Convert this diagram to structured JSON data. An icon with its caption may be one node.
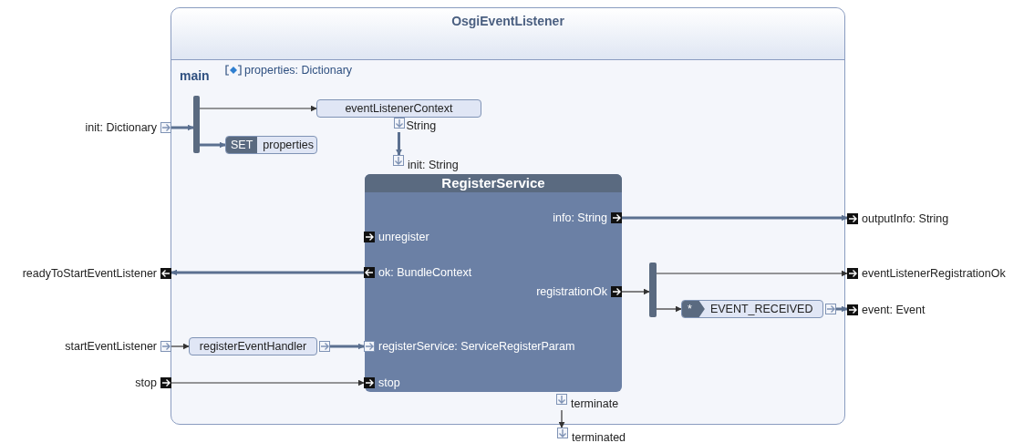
{
  "diagram": {
    "nodes": [
      {
        "text": [
          "OsgiEventListener"
        ]
      },
      {
        "text": [
          "init: Dictionary"
        ]
      },
      {
        "text": [],
        "shape": "bar",
        "in": 0
      },
      {
        "text": [
          "eventListenerContext",
          "String"
        ],
        "in": 0
      },
      {
        "text": [
          "SET",
          "properties"
        ],
        "in": 0
      },
      {
        "text": [
          "RegisterService"
        ],
        "in": 0
      },
      {
        "text": [
          "init: String"
        ],
        "in": 0
      },
      {
        "text": [
          "unregister"
        ],
        "in": 5
      },
      {
        "text": [
          "ok: BundleContext"
        ],
        "in": 5
      },
      {
        "text": [
          "info: String"
        ],
        "in": 5
      },
      {
        "text": [
          "registrationOk"
        ],
        "in": 5
      },
      {
        "text": [
          "registerService: ServiceRegisterParam"
        ],
        "in": 5
      },
      {
        "text": [
          "stop"
        ],
        "in": 5
      },
      {
        "text": [
          "terminate"
        ],
        "in": 0
      },
      {
        "text": [
          "readyToStartEventListener"
        ]
      },
      {
        "text": [
          "startEventListener"
        ]
      },
      {
        "text": [
          "registerEventHandler"
        ],
        "in": 0
      },
      {
        "text": [
          "stop"
        ]
      },
      {
        "text": [
          "outputInfo: String"
        ]
      },
      {
        "text": [],
        "shape": "bar",
        "in": 0
      },
      {
        "text": [
          "eventListenerRegistrationOk"
        ]
      },
      {
        "text": [
          "*",
          "EVENT_RECEIVED"
        ],
        "in": 0
      },
      {
        "text": [
          "event: Event"
        ]
      },
      {
        "text": [
          "terminated"
        ]
      }
    ],
    "edges": [
      {
        "from": 1,
        "to": 2,
        "arrow": "to",
        "style": "thick",
        "color": "#5b7090"
      },
      {
        "from": 2,
        "to": 3,
        "arrow": "to",
        "color": "#333333"
      },
      {
        "from": 2,
        "to": 4,
        "arrow": "to",
        "style": "thick",
        "color": "#5b7090"
      },
      {
        "from": 3,
        "to": 6,
        "arrow": "to",
        "style": "thick",
        "color": "#5b7090"
      },
      {
        "from": 8,
        "to": 14,
        "arrow": "to",
        "style": "thick",
        "color": "#5b7090"
      },
      {
        "from": 15,
        "to": 16,
        "arrow": "to",
        "color": "#333333"
      },
      {
        "from": 16,
        "to": 11,
        "arrow": "to",
        "style": "thick",
        "color": "#5b7090"
      },
      {
        "from": 17,
        "to": 12,
        "arrow": "to",
        "color": "#333333"
      },
      {
        "from": 9,
        "to": 18,
        "arrow": "to",
        "style": "thick",
        "color": "#5b7090"
      },
      {
        "from": 10,
        "to": 19,
        "arrow": "to",
        "color": "#333333"
      },
      {
        "from": 19,
        "to": 20,
        "arrow": "to",
        "color": "#333333"
      },
      {
        "from": 19,
        "to": 21,
        "arrow": "to",
        "color": "#333333"
      },
      {
        "from": 21,
        "to": 22,
        "arrow": "to",
        "style": "thick",
        "color": "#5b7090"
      },
      {
        "from": 13,
        "to": 23,
        "arrow": "to",
        "color": "#333333"
      }
    ],
    "labels": [
      "main",
      "properties: Dictionary"
    ]
  }
}
